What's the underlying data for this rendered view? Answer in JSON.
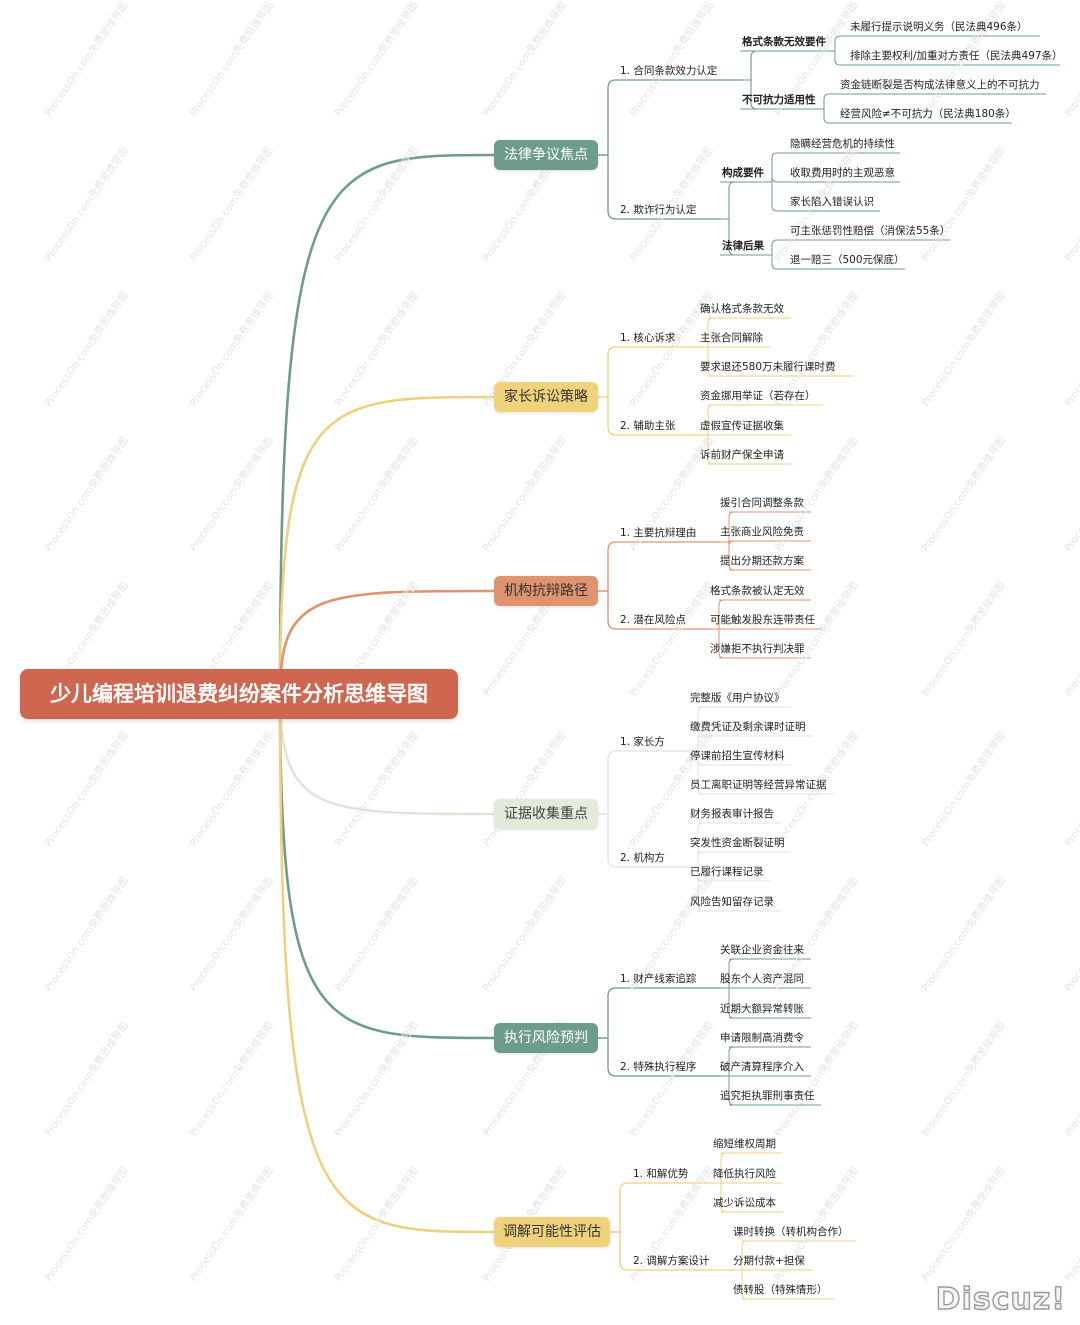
{
  "title": "少儿编程培训退费纠纷案件分析思维导图",
  "watermark": "ProcessOn.com免费思维导图",
  "logo": "Discuz!",
  "colors": {
    "root": "#cf6650",
    "legal": "#6e9c8a",
    "parent": "#f1d27c",
    "defense": "#e0936f",
    "evidence": "#e3eadc",
    "exec": "#6e9c8a",
    "mediation": "#f1d27c"
  },
  "branches": [
    {
      "label": "法律争议焦点",
      "subs": [
        {
          "label": "1. 合同条款效力认定",
          "groups": [
            {
              "label": "格式条款无效要件",
              "leaves": [
                "未履行提示说明义务（民法典496条）",
                "排除主要权利/加重对方责任（民法典497条）"
              ]
            },
            {
              "label": "不可抗力适用性",
              "leaves": [
                "资金链断裂是否构成法律意义上的不可抗力",
                "经营风险≠不可抗力（民法典180条）"
              ]
            }
          ]
        },
        {
          "label": "2. 欺诈行为认定",
          "groups": [
            {
              "label": "构成要件",
              "leaves": [
                "隐瞒经营危机的持续性",
                "收取费用时的主观恶意",
                "家长陷入错误认识"
              ]
            },
            {
              "label": "法律后果",
              "leaves": [
                "可主张惩罚性赔偿（消保法55条）",
                "退一赔三（500元保底）"
              ]
            }
          ]
        }
      ]
    },
    {
      "label": "家长诉讼策略",
      "subs": [
        {
          "label": "1. 核心诉求",
          "leaves": [
            "确认格式条款无效",
            "主张合同解除",
            "要求退还580万未履行课时费"
          ]
        },
        {
          "label": "2. 辅助主张",
          "leaves": [
            "资金挪用举证（若存在）",
            "虚假宣传证据收集",
            "诉前财产保全申请"
          ]
        }
      ]
    },
    {
      "label": "机构抗辩路径",
      "subs": [
        {
          "label": "1. 主要抗辩理由",
          "leaves": [
            "援引合同调整条款",
            "主张商业风险免责",
            "提出分期还款方案"
          ]
        },
        {
          "label": "2. 潜在风险点",
          "leaves": [
            "格式条款被认定无效",
            "可能触发股东连带责任",
            "涉嫌拒不执行判决罪"
          ]
        }
      ]
    },
    {
      "label": "证据收集重点",
      "subs": [
        {
          "label": "1. 家长方",
          "leaves": [
            "完整版《用户协议》",
            "缴费凭证及剩余课时证明",
            "停课前招生宣传材料",
            "员工离职证明等经营异常证据"
          ]
        },
        {
          "label": "2. 机构方",
          "leaves": [
            "财务报表审计报告",
            "突发性资金断裂证明",
            "已履行课程记录",
            "风险告知留存记录"
          ]
        }
      ]
    },
    {
      "label": "执行风险预判",
      "subs": [
        {
          "label": "1. 财产线索追踪",
          "leaves": [
            "关联企业资金往来",
            "股东个人资产混同",
            "近期大额异常转账"
          ]
        },
        {
          "label": "2. 特殊执行程序",
          "leaves": [
            "申请限制高消费令",
            "破产清算程序介入",
            "追究拒执罪刑事责任"
          ]
        }
      ]
    },
    {
      "label": "调解可能性评估",
      "subs": [
        {
          "label": "1. 和解优势",
          "leaves": [
            "缩短维权周期",
            "降低执行风险",
            "减少诉讼成本"
          ]
        },
        {
          "label": "2. 调解方案设计",
          "leaves": [
            "课时转换（转机构合作）",
            "分期付款+担保",
            "债转股（特殊情形）"
          ]
        }
      ]
    }
  ]
}
